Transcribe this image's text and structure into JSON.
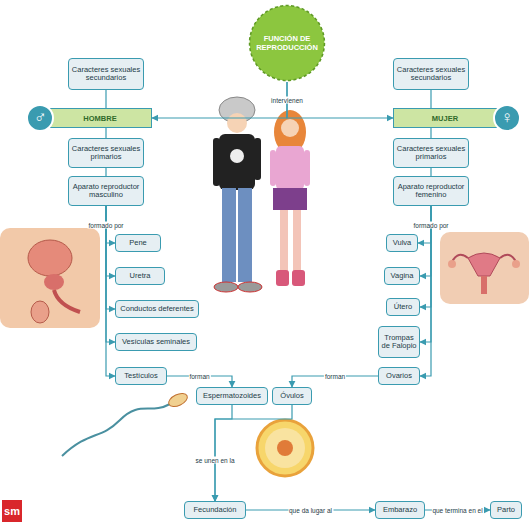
{
  "diagram": {
    "nodes": [
      {
        "text": [
          "FUNCIÓN DE REPRODUCCIÓN"
        ]
      },
      {
        "text": [
          "Caracteres sexuales secundarios"
        ]
      },
      {
        "text": [
          "HOMBRE"
        ]
      },
      {
        "text": [
          "Caracteres sexuales secundarios"
        ]
      },
      {
        "text": [
          "MUJER"
        ]
      },
      {
        "text": [
          "Caracteres sexuales primarios"
        ]
      },
      {
        "text": [
          "Aparato reproductor masculino"
        ]
      },
      {
        "text": [
          "Caracteres sexuales primarios"
        ]
      },
      {
        "text": [
          "Aparato reproductor femenino"
        ]
      },
      {
        "text": [
          "Pene"
        ]
      },
      {
        "text": [
          "Uretra"
        ]
      },
      {
        "text": [
          "Conductos deferentes"
        ]
      },
      {
        "text": [
          "Vesículas seminales"
        ]
      },
      {
        "text": [
          "Testículos"
        ]
      },
      {
        "text": [
          "Vulva"
        ]
      },
      {
        "text": [
          "Vagina"
        ]
      },
      {
        "text": [
          "Útero"
        ]
      },
      {
        "text": [
          "Trompas de Falopio"
        ]
      },
      {
        "text": [
          "Ovarios"
        ]
      },
      {
        "text": [
          "Espermatozoides"
        ]
      },
      {
        "text": [
          "Óvulos"
        ]
      },
      {
        "text": [
          "Fecundación"
        ]
      },
      {
        "text": [
          "Embarazo"
        ]
      },
      {
        "text": [
          "Parto"
        ]
      }
    ],
    "edges": [
      {
        "from": 0,
        "to": 2,
        "arrow": "to",
        "label": "intervienen"
      },
      {
        "from": 0,
        "to": 4,
        "arrow": "to"
      },
      {
        "from": 2,
        "to": 1,
        "arrow": "none"
      },
      {
        "from": 2,
        "to": 5,
        "arrow": "none"
      },
      {
        "from": 4,
        "to": 3,
        "arrow": "none"
      },
      {
        "from": 4,
        "to": 7,
        "arrow": "none"
      },
      {
        "from": 5,
        "to": 6,
        "arrow": "none"
      },
      {
        "from": 7,
        "to": 8,
        "arrow": "none"
      },
      {
        "from": 6,
        "to": 9,
        "arrow": "to",
        "label": "formado por"
      },
      {
        "from": 6,
        "to": 10,
        "arrow": "to"
      },
      {
        "from": 6,
        "to": 11,
        "arrow": "to"
      },
      {
        "from": 6,
        "to": 12,
        "arrow": "to"
      },
      {
        "from": 6,
        "to": 13,
        "arrow": "to"
      },
      {
        "from": 8,
        "to": 14,
        "arrow": "to",
        "label": "formado por"
      },
      {
        "from": 8,
        "to": 15,
        "arrow": "to"
      },
      {
        "from": 8,
        "to": 16,
        "arrow": "to"
      },
      {
        "from": 8,
        "to": 17,
        "arrow": "to"
      },
      {
        "from": 8,
        "to": 18,
        "arrow": "to"
      },
      {
        "from": 13,
        "to": 19,
        "arrow": "to",
        "label": "forman"
      },
      {
        "from": 18,
        "to": 20,
        "arrow": "to",
        "label": "forman"
      },
      {
        "from": 19,
        "to": 21,
        "arrow": "to",
        "label": "se unen en la"
      },
      {
        "from": 20,
        "to": 21,
        "arrow": "to"
      },
      {
        "from": 21,
        "to": 22,
        "arrow": "to",
        "label": "que da lugar al"
      },
      {
        "from": 22,
        "to": 23,
        "arrow": "to",
        "label": "que termina en el"
      }
    ],
    "labels": [
      "♂",
      "♀",
      "sm"
    ]
  }
}
